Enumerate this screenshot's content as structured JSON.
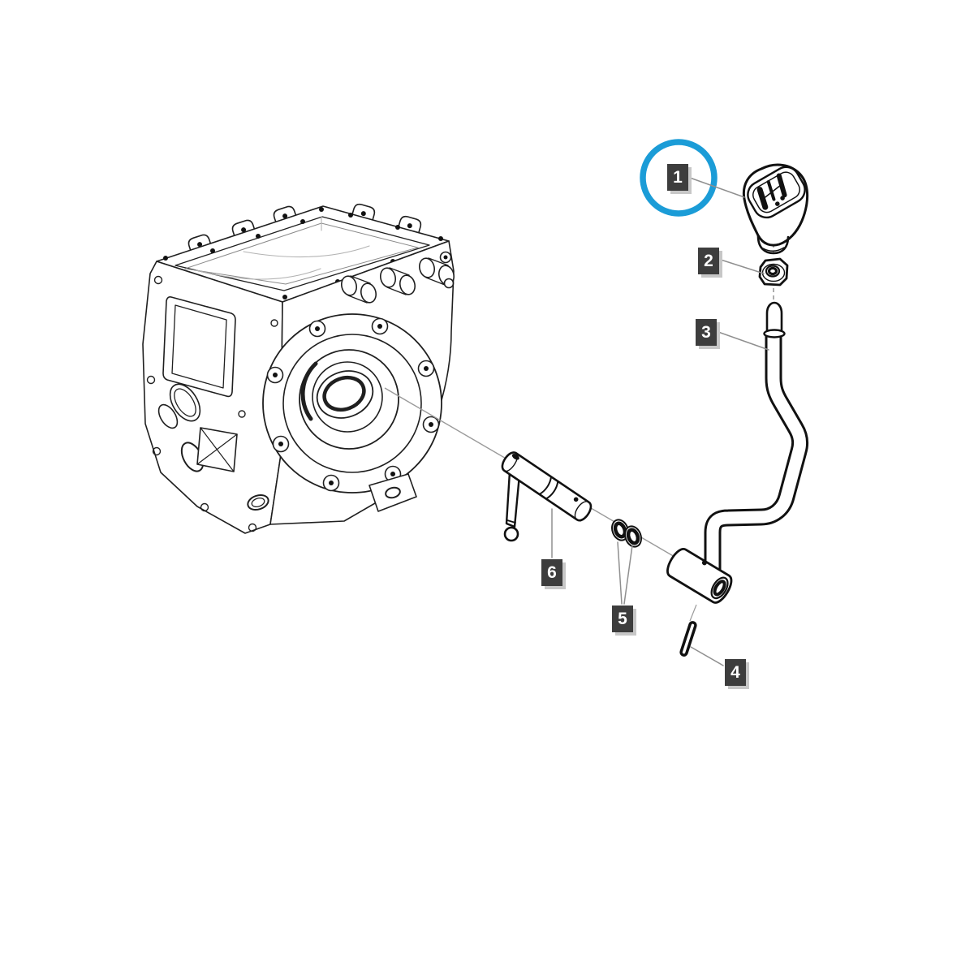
{
  "diagram": {
    "kind": "exploded-parts-diagram",
    "background_color": "#ffffff",
    "highlight_color": "#1b9cd7",
    "line_art_color": "#1a1a1a",
    "leader_line_color": "#8f8f8f",
    "badge": {
      "background": "#3d3d3d",
      "text_color": "#ffffff",
      "shadow_color": "#c7c7c7"
    },
    "callouts": [
      {
        "number": "1",
        "part": "gear-shift-knob",
        "highlighted": true
      },
      {
        "number": "2",
        "part": "nut",
        "highlighted": false
      },
      {
        "number": "3",
        "part": "gear-shift-lever",
        "highlighted": false
      },
      {
        "number": "4",
        "part": "pin",
        "highlighted": false
      },
      {
        "number": "5",
        "part": "o-rings",
        "highlighted": false
      },
      {
        "number": "6",
        "part": "shift-arm-shaft",
        "highlighted": false
      }
    ]
  }
}
